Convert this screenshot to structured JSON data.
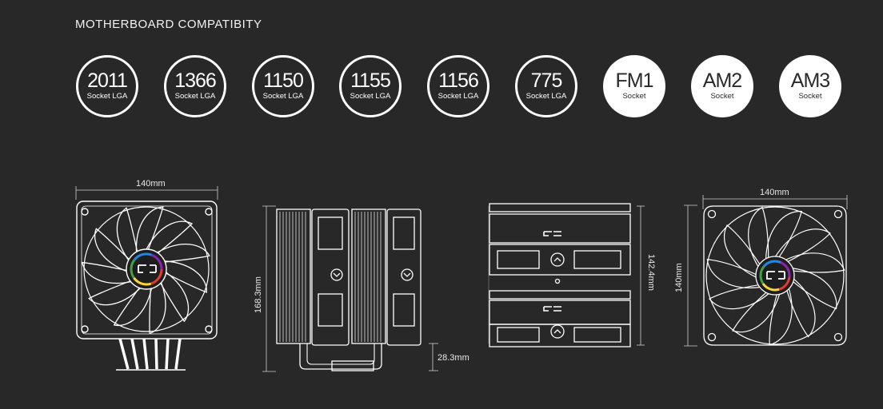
{
  "title": "MOTHERBOARD COMPATIBITY",
  "sockets": [
    {
      "num": "2011",
      "sub": "Socket LGA",
      "style": "outline"
    },
    {
      "num": "1366",
      "sub": "Socket LGA",
      "style": "outline"
    },
    {
      "num": "1150",
      "sub": "Socket LGA",
      "style": "outline"
    },
    {
      "num": "1155",
      "sub": "Socket LGA",
      "style": "outline"
    },
    {
      "num": "1156",
      "sub": "Socket LGA",
      "style": "outline"
    },
    {
      "num": "775",
      "sub": "Socket LGA",
      "style": "outline"
    },
    {
      "num": "FM1",
      "sub": "Socket",
      "style": "filled"
    },
    {
      "num": "AM2",
      "sub": "Socket",
      "style": "filled"
    },
    {
      "num": "AM3",
      "sub": "Socket",
      "style": "filled"
    }
  ],
  "dimensions": {
    "front_width": "140mm",
    "side_height": "168.3mm",
    "clearance": "28.3mm",
    "top_depth": "142.4mm",
    "fan_width": "140mm",
    "fan_height": "140mm"
  },
  "colors": {
    "background": "#282828",
    "line": "#ffffff",
    "rgb_ring": [
      "#e53935",
      "#fdd835",
      "#43a047",
      "#1e88e5",
      "#8e24aa"
    ]
  },
  "icons": [
    "cryorig-logo-icon",
    "fan-icon",
    "chevron-up-icon",
    "chevron-down-icon"
  ]
}
